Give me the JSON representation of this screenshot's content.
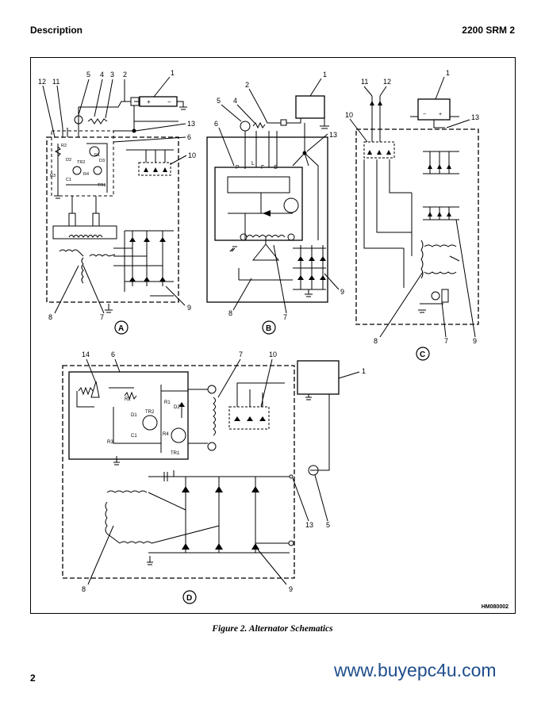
{
  "header": {
    "left": "Description",
    "right": "2200 SRM 2"
  },
  "figure": {
    "code": "HM080002",
    "caption": "Figure 2. Alternator Schematics",
    "panels": {
      "a": {
        "letter": "A",
        "callouts": [
          "12",
          "11",
          "5",
          "4",
          "3",
          "2",
          "1",
          "13",
          "6",
          "10",
          "8",
          "7",
          "9"
        ],
        "components": [
          "R2",
          "R1",
          "D2",
          "TR2",
          "D3",
          "R4",
          "R3",
          "C1",
          "TR1"
        ]
      },
      "b": {
        "letter": "B",
        "callouts": [
          "2",
          "1",
          "5",
          "4",
          "6",
          "13",
          "7",
          "8",
          "9"
        ],
        "terminals": [
          "P",
          "L",
          "F",
          "S"
        ]
      },
      "c": {
        "letter": "C",
        "callouts": [
          "1",
          "11",
          "12",
          "10",
          "13",
          "8",
          "7",
          "9"
        ]
      },
      "d": {
        "letter": "D",
        "callouts": [
          "14",
          "6",
          "7",
          "10",
          "1",
          "13",
          "5",
          "8",
          "9"
        ],
        "components": [
          "R2",
          "R1",
          "D1",
          "TR2",
          "D2",
          "C1",
          "R4",
          "R3",
          "TR1"
        ]
      }
    }
  },
  "page_number": "2",
  "watermark": "www.buyepc4u.com"
}
